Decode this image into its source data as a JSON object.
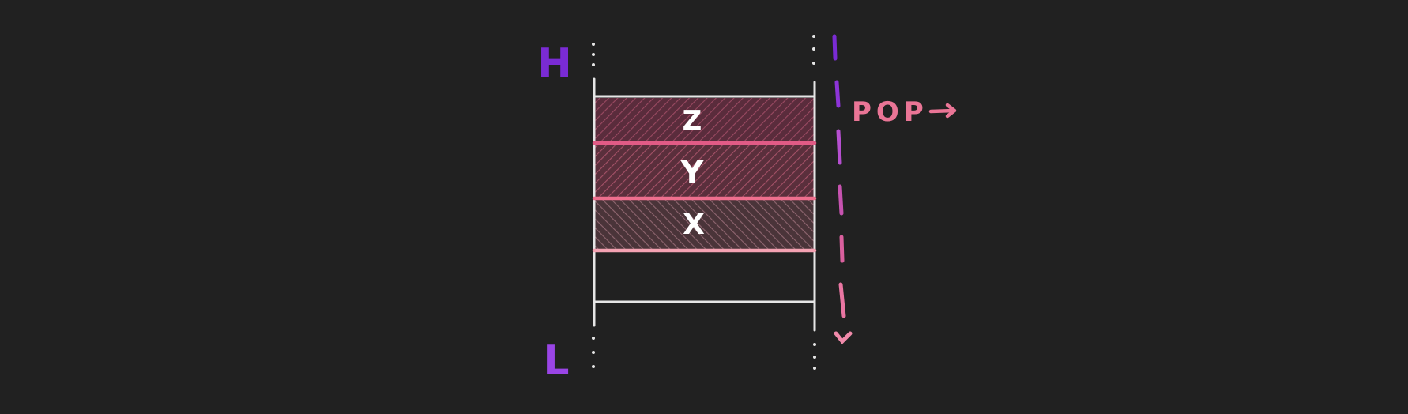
{
  "labels": {
    "high": "H",
    "low": "L",
    "action": "POP"
  },
  "stack": {
    "items": [
      "Z",
      "Y",
      "X"
    ]
  },
  "colors": {
    "background": "#212121",
    "frame": "#e6e6e6",
    "label_purple": "#7a2bd4",
    "arrow_top": "#7a2bd4",
    "arrow_mid": "#c04fc9",
    "arrow_bottom": "#f07fa0",
    "pop_text": "#ea7596",
    "item_z_fill": "#5a2c3c",
    "item_z_hatch": "#9a4a62",
    "item_z_line": "#e15b86",
    "item_y_fill": "#5a2f3c",
    "item_y_hatch": "#a55268",
    "item_y_line": "#ee6f8e",
    "item_x_fill": "#4a3439",
    "item_x_hatch": "#8f6670",
    "item_x_line": "#f4a2b2"
  }
}
